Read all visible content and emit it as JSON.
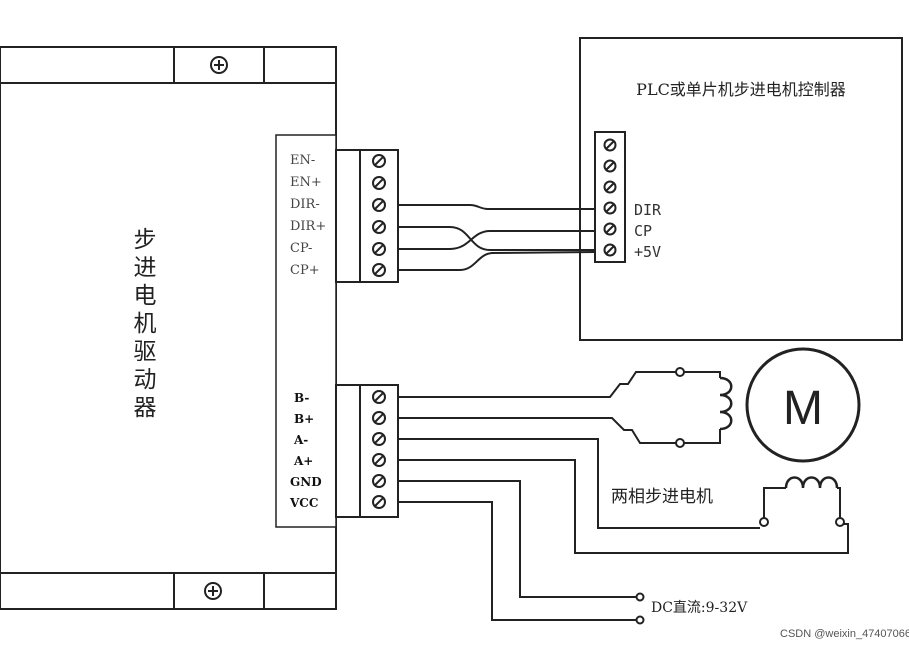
{
  "driver": {
    "title_chars": [
      "步",
      "进",
      "电",
      "机",
      "驱",
      "动",
      "器"
    ],
    "control_terminals": [
      "EN-",
      "EN+",
      "DIR-",
      "DIR+",
      "CP-",
      "CP+"
    ],
    "power_terminals": [
      "B-",
      "B+",
      "A-",
      "A+",
      "GND",
      "VCC"
    ]
  },
  "controller": {
    "title": "PLC或单片机步进电机控制器",
    "terminals": [
      "DIR",
      "CP",
      "+5V"
    ]
  },
  "motor": {
    "symbol": "M",
    "label": "两相步进电机"
  },
  "power_supply": {
    "label": "DC直流:9-32V"
  },
  "watermark": "CSDN @weixin_47407066"
}
